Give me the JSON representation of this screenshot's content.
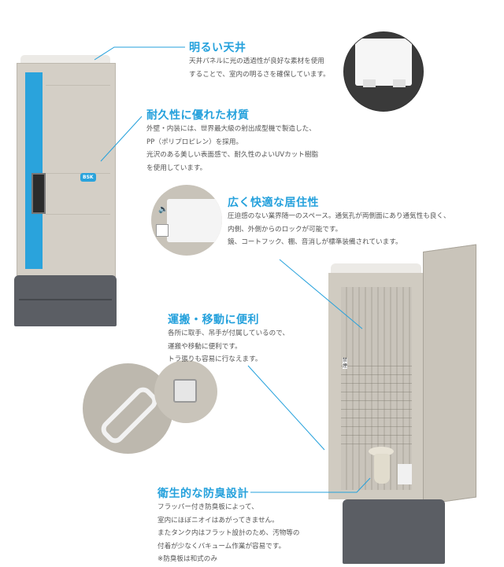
{
  "colors": {
    "accent": "#25a1dc",
    "text": "#555555",
    "booth": "#d3cec4",
    "base": "#55585e"
  },
  "features": [
    {
      "title": "明るい天井",
      "lines": [
        "天井パネルに光の透過性が良好な素材を使用",
        "することで、室内の明るさを確保しています。"
      ]
    },
    {
      "title": "耐久性に優れた材質",
      "lines": [
        "外壁・内装には、世界最大級の射出成型機で製造した、",
        "PP（ポリプロピレン）を採用。",
        "光沢のある美しい表面感で、耐久性のよいUVカット樹脂",
        "を使用しています。"
      ]
    },
    {
      "title": "広く快適な居住性",
      "lines": [
        "圧迫感のない業界随一のスペース。通気孔が両側面にあり通気性も良く、",
        "内側、外側からのロックが可能です。",
        "鏡、コートフック、棚、音消しが標準装備されています。"
      ]
    },
    {
      "title": "運搬・移動に便利",
      "lines": [
        "各所に取手、吊手が付属しているので、",
        "運搬や移動に便利です。",
        "トラ張りも容易に行なえます。"
      ]
    },
    {
      "title": "衛生的な防臭設計",
      "lines": [
        "フラッパー付き防臭板によって、",
        "室内にほぼニオイはあがってきません。",
        "またタンク内はフラット設計のため、汚物等の",
        "付着が少なくバキューム作業が容易です。",
        "※防臭板は和式のみ"
      ]
    }
  ],
  "booth": {
    "logo": "BSK",
    "sign": "禁煙"
  }
}
